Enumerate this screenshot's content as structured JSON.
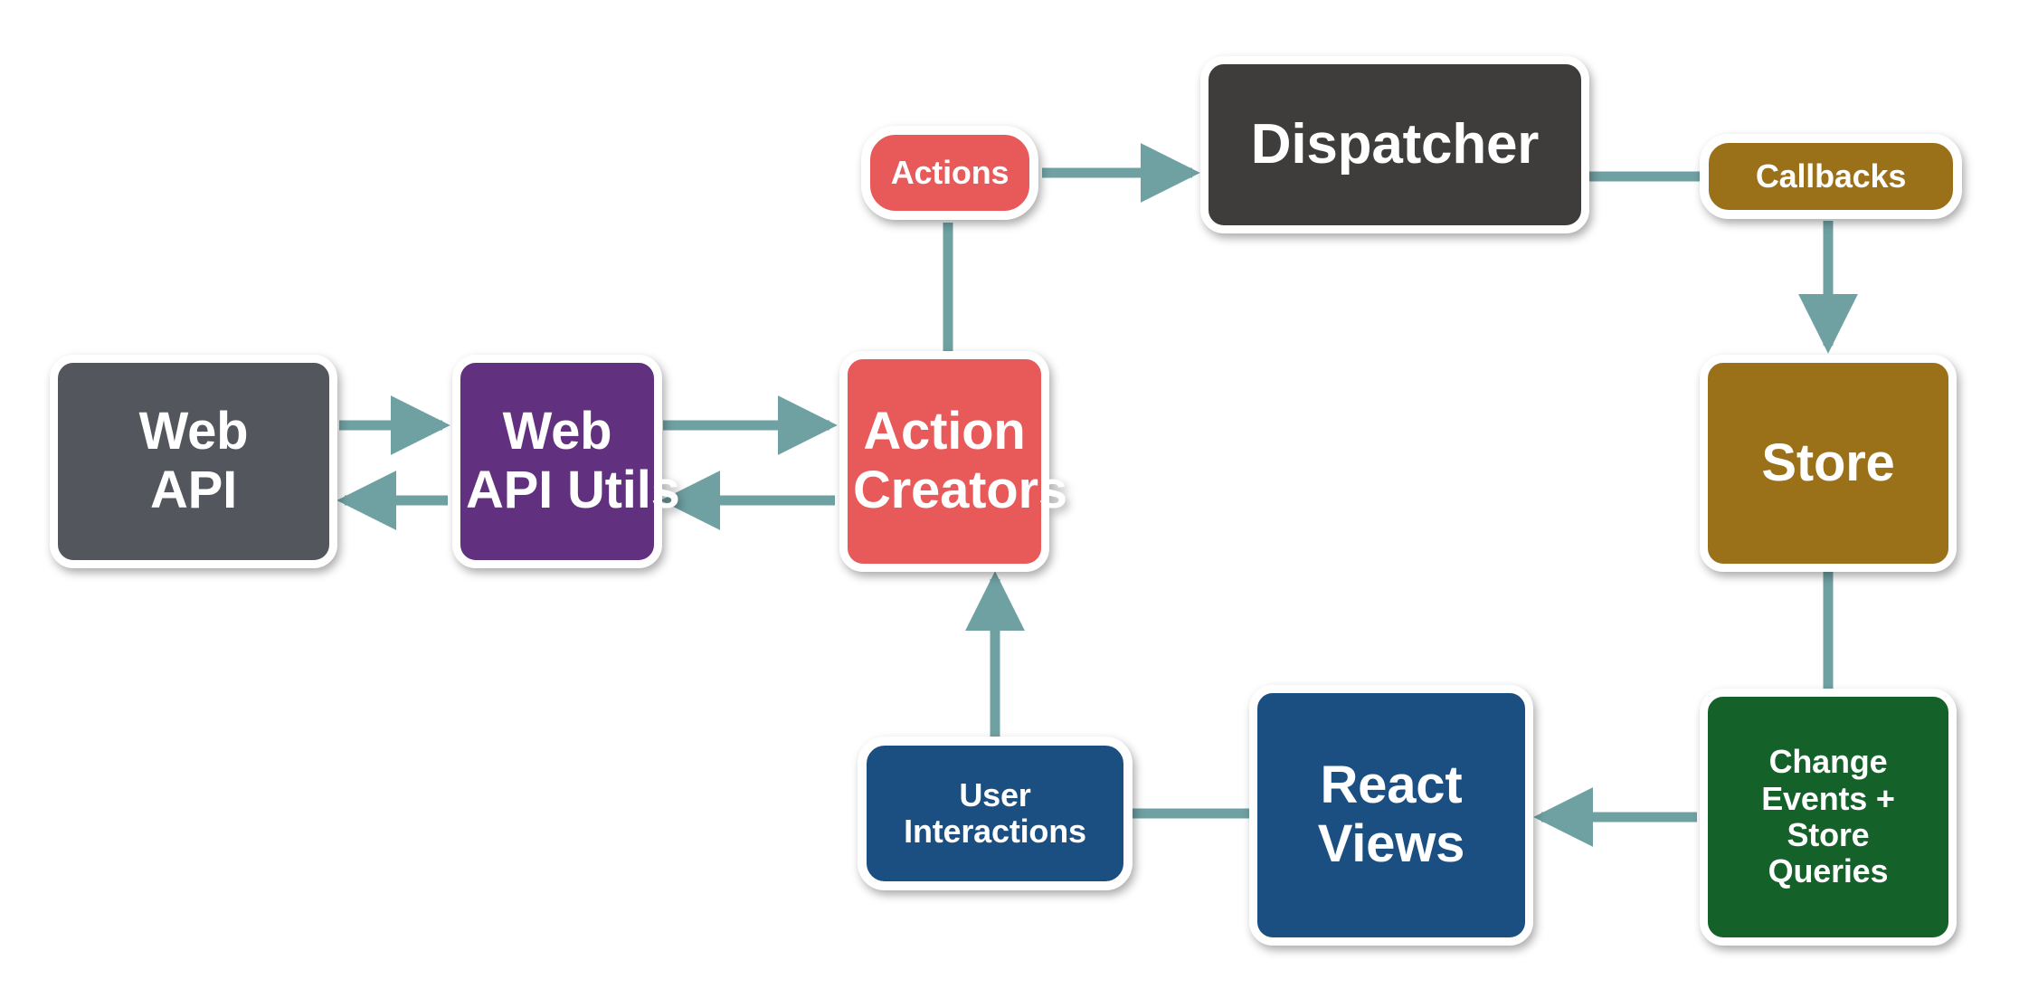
{
  "diagram": {
    "title": "Flux Architecture Data Flow",
    "background": "#ffffff",
    "connector_color": "#6FA0A2",
    "node_border_color": "#ffffff",
    "text_color": "#ffffff"
  },
  "nodes": {
    "web_api": {
      "label": "Web API",
      "lines": [
        "Web",
        "API"
      ],
      "color": "#53565C"
    },
    "web_api_utils": {
      "label": "Web API Utils",
      "lines": [
        "Web",
        "API Utils"
      ],
      "color": "#61307E"
    },
    "action_creators": {
      "label": "Action Creators",
      "lines": [
        "Action",
        "Creators"
      ],
      "color": "#E8595A"
    },
    "actions": {
      "label": "Actions",
      "lines": [
        "Actions"
      ],
      "color": "#E8595A"
    },
    "dispatcher": {
      "label": "Dispatcher",
      "lines": [
        "Dispatcher"
      ],
      "color": "#3E3D3C"
    },
    "callbacks": {
      "label": "Callbacks",
      "lines": [
        "Callbacks"
      ],
      "color": "#9A7019"
    },
    "store": {
      "label": "Store",
      "lines": [
        "Store"
      ],
      "color": "#9A7019"
    },
    "change_events": {
      "label": "Change Events + Store Queries",
      "lines": [
        "Change",
        "Events +",
        "Store",
        "Queries"
      ],
      "color": "#14612A"
    },
    "react_views": {
      "label": "React Views",
      "lines": [
        "React",
        "Views"
      ],
      "color": "#1B4F82"
    },
    "user_interactions": {
      "label": "User Interactions",
      "lines": [
        "User",
        "Interactions"
      ],
      "color": "#1B4F82"
    }
  },
  "edges": [
    {
      "id": "web-api-to-utils",
      "from": "web_api",
      "to": "web_api_utils",
      "arrow": "end",
      "direction": "right"
    },
    {
      "id": "utils-to-web-api",
      "from": "web_api_utils",
      "to": "web_api",
      "arrow": "end",
      "direction": "left"
    },
    {
      "id": "utils-to-action-creators",
      "from": "web_api_utils",
      "to": "action_creators",
      "arrow": "end",
      "direction": "right"
    },
    {
      "id": "action-creators-to-utils",
      "from": "action_creators",
      "to": "web_api_utils",
      "arrow": "end",
      "direction": "left"
    },
    {
      "id": "action-creators-to-actions",
      "from": "action_creators",
      "to": "actions",
      "arrow": "none",
      "direction": "up"
    },
    {
      "id": "actions-to-dispatcher",
      "from": "actions",
      "to": "dispatcher",
      "arrow": "end",
      "direction": "right"
    },
    {
      "id": "dispatcher-to-callbacks",
      "from": "dispatcher",
      "to": "callbacks",
      "arrow": "none",
      "direction": "right"
    },
    {
      "id": "callbacks-to-store",
      "from": "callbacks",
      "to": "store",
      "arrow": "end",
      "direction": "down"
    },
    {
      "id": "store-to-change-events",
      "from": "store",
      "to": "change_events",
      "arrow": "none",
      "direction": "down"
    },
    {
      "id": "change-events-to-views",
      "from": "change_events",
      "to": "react_views",
      "arrow": "end",
      "direction": "left"
    },
    {
      "id": "views-to-user-inter",
      "from": "react_views",
      "to": "user_interactions",
      "arrow": "none",
      "direction": "left"
    },
    {
      "id": "user-inter-to-creators",
      "from": "user_interactions",
      "to": "action_creators",
      "arrow": "end",
      "direction": "up"
    }
  ]
}
